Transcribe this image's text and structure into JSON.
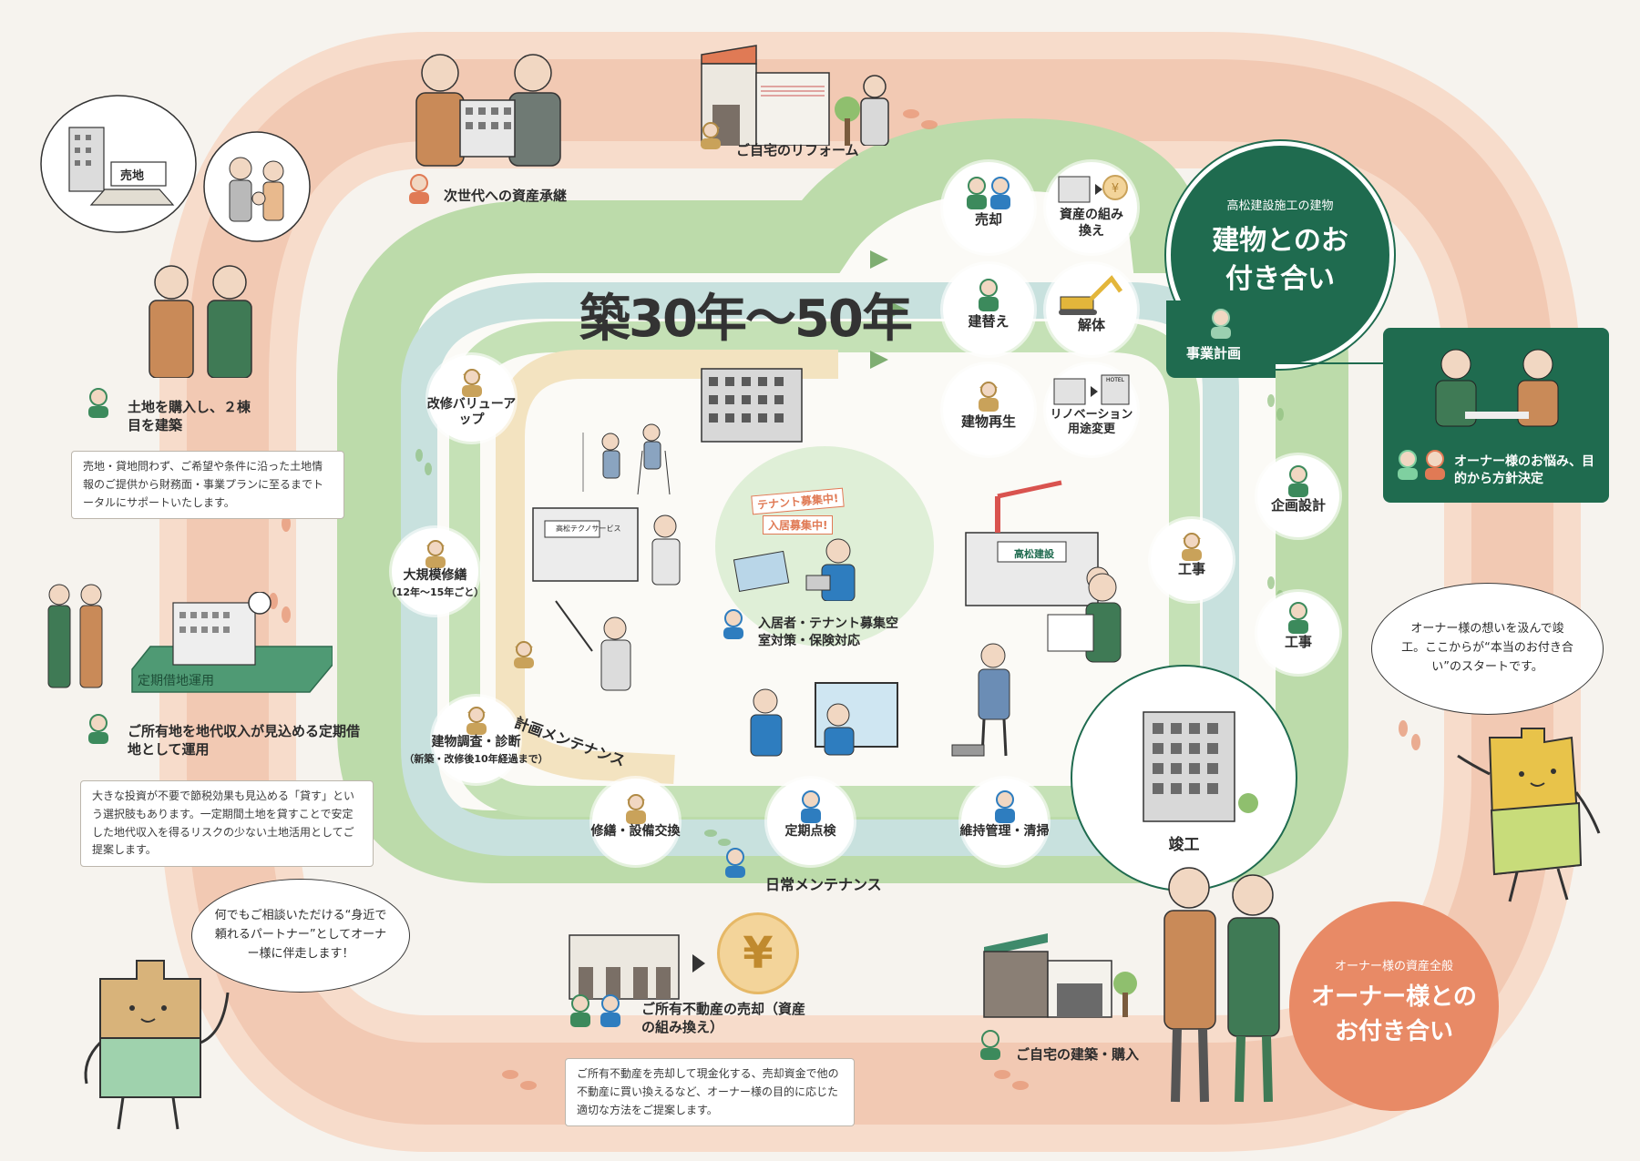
{
  "colors": {
    "green": "#1f6b4f",
    "orange": "#e07a55",
    "outer_track": "#f2c9b3",
    "mid_track": "#b9d9a6",
    "inner_track": "#bcdad8",
    "path_tan": "#f0dfb8",
    "center_glow": "#cfe8c7"
  },
  "center": {
    "title": "築30年〜50年"
  },
  "green_badge": {
    "subtitle": "高松建設施工の建物",
    "title_line1": "建物とのお付き合い"
  },
  "orange_badge": {
    "subtitle": "オーナー様の資産全般",
    "title_line1": "オーナー様とのお付き合い"
  },
  "top": {
    "succession": "次世代への資産承継",
    "reform": "ご自宅のリフォーム"
  },
  "left": {
    "land_caption": "土地を購入し、２棟目を建築",
    "land_sign": "売地",
    "land_text": "売地・貸地問わず、ご希望や条件に沿った土地情報のご提供から財務面・事業プランに至るまでトータルにサポートいたします。",
    "lease_sign": "定期借地運用",
    "lease_caption": "ご所有地を地代収入が見込める定期借地として運用",
    "lease_text": "大きな投資が不要で節税効果も見込める「貸す」という選択肢もあります。一定期間土地を貸すことで安定した地代収入を得るリスクの少ない土地活用としてご提案します。",
    "speech": "何でもご相談いただける“身近で頼れるパートナー”としてオーナー様に伴走します！"
  },
  "bottom": {
    "sale_caption": "ご所有不動産の売却（資産の組み換え）",
    "sale_text": "ご所有不動産を売却して現金化する、売却資金で他の不動産に買い換えるなど、オーナー様の目的に応じた適切な方法をご提案します。",
    "yen": "¥",
    "home_caption": "ご自宅の建築・購入"
  },
  "right": {
    "speech": "オーナー様の想いを汲んで竣工。ここからが“本当のお付き合い”のスタートです。",
    "owner_meeting": "オーナー様のお悩み、目的から方針決定",
    "business_plan": "事業計画"
  },
  "stops": {
    "baikyaku": "売却",
    "kumikae": "資産の組み換え",
    "tatekae": "建替え",
    "kaitai": "解体",
    "saisei": "建物再生",
    "renovation": "リノベーション用途変更",
    "kikaku": "企画設計",
    "koji1": "工事",
    "koji2": "工事",
    "shunko": "竣工",
    "iji": "維持管理・清掃",
    "teiki": "定期点検",
    "shuzen": "修繕・設備交換",
    "kaishu": "改修バリューアップ",
    "daikibo": "大規模修繕",
    "daikibo_sub": "（12年〜15年ごと）",
    "chosa": "建物調査・診断",
    "chosa_sub": "（新築・改修後10年経過まで）"
  },
  "tracks": {
    "keikaku": "計画メンテナンス",
    "nichijo": "日常メンテナンス"
  },
  "center_scene": {
    "tenant": "入居者・テナント募集空室対策・保険対応",
    "sign1": "テナント募集中!",
    "sign2": "入居募集中!",
    "company1": "高松テクノサービス",
    "company2": "高松建設",
    "hotel": "HOTEL"
  }
}
